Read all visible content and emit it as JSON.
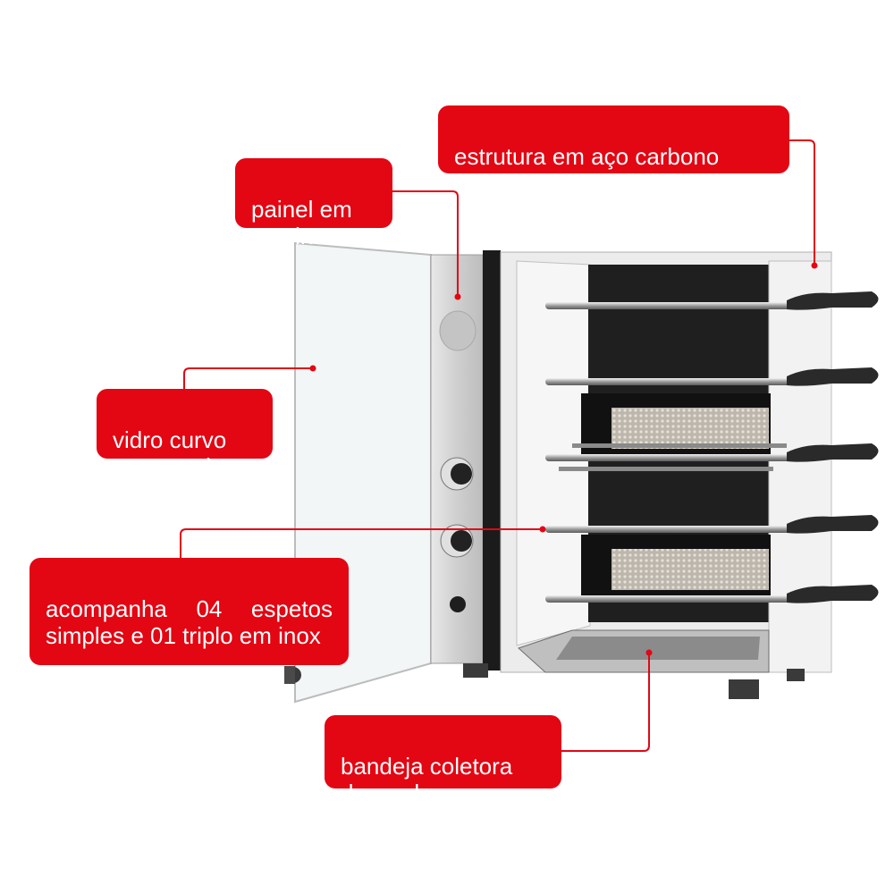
{
  "callouts": {
    "estrutura": "estrutura em aço carbono\ncom pintura",
    "painel": "painel em\naço inox",
    "vidro": "vidro curvo\ntemperado",
    "espetos": "acompanha 04 espetos simples e 01 triplo em inox",
    "bandeja": "bandeja coletora\nde gordura"
  },
  "colors": {
    "accent": "#e30613",
    "stainless": "#d9d9d9",
    "cavity": "#1f1f1f",
    "handle": "#2a2a2a"
  }
}
